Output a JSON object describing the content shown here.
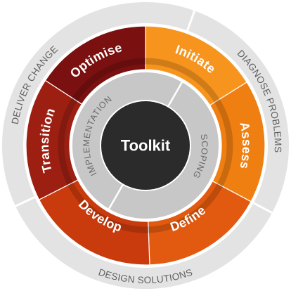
{
  "center": {
    "label": "Toolkit",
    "color": "#2b2b2b"
  },
  "outer_ring": {
    "color": "#e3e3e3",
    "labels": [
      "DIAGNOSE PROBLEMS",
      "DESIGN SOLUTIONS",
      "DELIVER CHANGE"
    ]
  },
  "inner_ring": {
    "color": "#c7c7c7",
    "labels": [
      "SCOPING",
      "IMPLEMENTATION"
    ]
  },
  "phases": [
    {
      "label": "Initiate",
      "color": "#f7941d"
    },
    {
      "label": "Assess",
      "color": "#f07f12"
    },
    {
      "label": "Define",
      "color": "#e25a0f"
    },
    {
      "label": "Develop",
      "color": "#c93a0c"
    },
    {
      "label": "Transition",
      "color": "#9c1f12"
    },
    {
      "label": "Optimise",
      "color": "#7a1010"
    }
  ]
}
